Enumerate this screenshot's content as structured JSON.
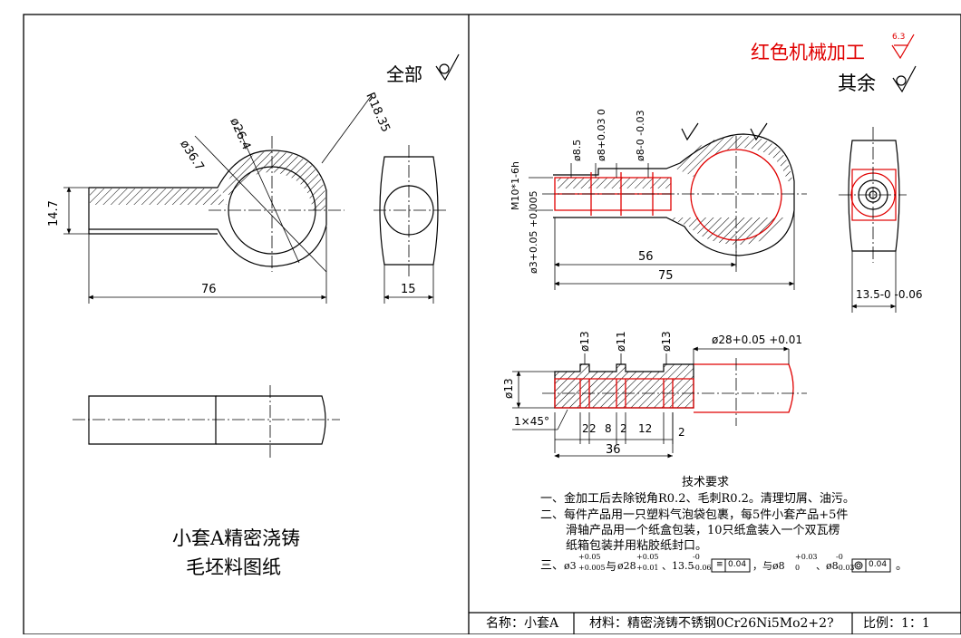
{
  "left_sheet": {
    "surface_note_all": "全部",
    "dims": {
      "d36_7": "ø36.7",
      "d26_4": "ø26.4",
      "r18_35": "R18.35",
      "h14_7": "14.7",
      "l76": "76",
      "w15": "15"
    },
    "title_line1": "小套A精密浇铸",
    "title_line2": "毛坯料图纸"
  },
  "right_sheet": {
    "machining_note": "红色机械加工",
    "roughness_value": "6.3",
    "rest_note": "其余",
    "dims_top": {
      "thread": "M10*1-6h",
      "bore": "ø3+0.05 +0.005",
      "d8_5": "ø8.5",
      "d8_plus": "ø8+0.03 0",
      "d8_minus": "ø8-0 -0.03",
      "l56": "56",
      "l75": "75",
      "w13_5": "13.5-0 -0.06"
    },
    "dims_bottom": {
      "d13_a": "ø13",
      "d11": "ø11",
      "d13_b": "ø13",
      "d28": "ø28+0.05 +0.01",
      "d13_left": "ø13",
      "chamfer": "1×45°",
      "d2a": "2",
      "d2b": "2",
      "d8": "8",
      "d2c": "2",
      "d12": "12",
      "d2d": "2",
      "l36": "36"
    },
    "requirements": {
      "heading": "技术要求",
      "item1": "一、金加工后去除锐角R0.2、毛刺R0.2。清理切屑、油污。",
      "item2_line1": "二、每件产品用一只塑料气泡袋包裹，每5件小套产品+5件",
      "item2_line2": "滑轴产品用一个纸盒包装，10只纸盒装入一个双瓦楞",
      "item2_line3": "纸箱包装并用粘胶纸封口。",
      "item3_prefix": "三、",
      "item3_a": "ø3",
      "item3_a_tol_up": "+0.05",
      "item3_a_tol_dn": "+0.005",
      "item3_with": "与",
      "item3_b": "ø28",
      "item3_b_tol_up": "+0.05",
      "item3_b_tol_dn": "+0.01",
      "item3_c": "、13.5",
      "item3_c_tol_up": "-0",
      "item3_c_tol_dn": "-0.06",
      "item3_frame1": "0.04",
      "item3_mid": "，与ø8",
      "item3_d_tol_up": "+0.03",
      "item3_d_tol_dn": "0",
      "item3_e": "、ø8",
      "item3_e_tol_up": "-0",
      "item3_e_tol_dn": "-0.03",
      "item3_frame2": "0.04",
      "item3_end": "。"
    }
  },
  "title_block": {
    "name": "名称：小套A",
    "material": "材料：精密浇铸不锈钢0Cr26Ni5Mo2+2?",
    "scale": "比例：1：1"
  },
  "colors": {
    "line": "#000000",
    "machined": "#e00000"
  }
}
